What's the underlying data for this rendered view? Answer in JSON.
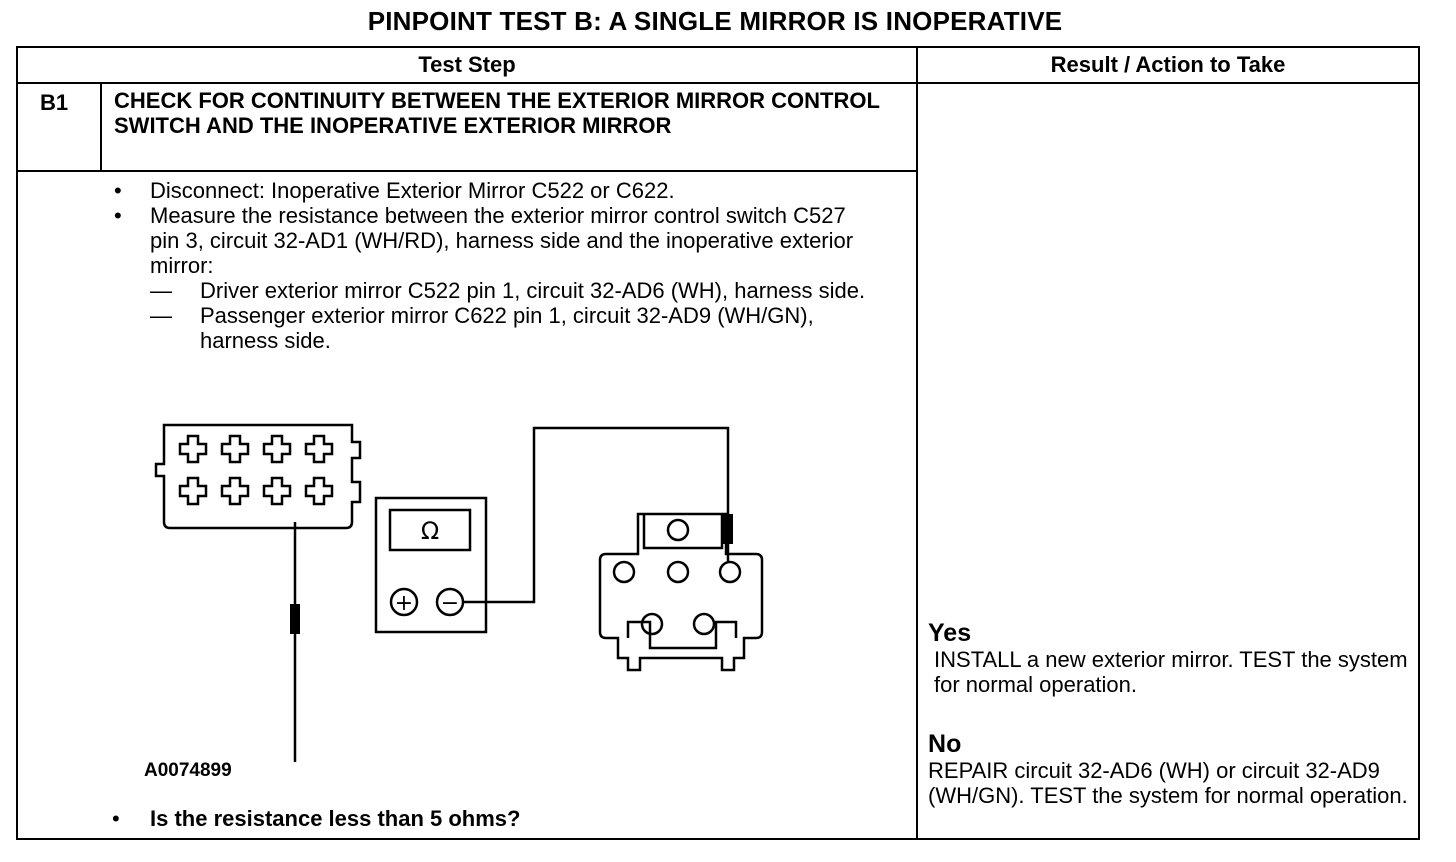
{
  "title": "PINPOINT TEST B: A SINGLE MIRROR IS INOPERATIVE",
  "table": {
    "col_step": "Test Step",
    "col_result": "Result / Action to Take"
  },
  "step": {
    "id": "B1",
    "heading": "CHECK FOR CONTINUITY BETWEEN THE EXTERIOR MIRROR CONTROL SWITCH AND THE INOPERATIVE EXTERIOR MIRROR",
    "bullet_mark": "•",
    "dash_mark": "—",
    "bullets": [
      "Disconnect: Inoperative Exterior Mirror C522 or C622.",
      "Measure the resistance between the exterior mirror control switch C527 pin 3, circuit 32-AD1 (WH/RD), harness side and the inoperative exterior mirror:"
    ],
    "sub_bullets": [
      "Driver exterior mirror C522 pin 1, circuit 32-AD6 (WH), harness side.",
      "Passenger exterior mirror C622 pin 1, circuit 32-AD9 (WH/GN), harness side."
    ],
    "figure_id": "A0074899",
    "question": "Is the resistance less than 5 ohms?"
  },
  "diagram": {
    "meter_symbol": "Ω",
    "plus_symbol": "+",
    "minus_symbol": "−"
  },
  "result": {
    "yes_label": "Yes",
    "yes_text": "INSTALL a new exterior mirror. TEST the system for normal operation.",
    "no_label": "No",
    "no_text": "REPAIR circuit 32-AD6 (WH) or circuit 32-AD9 (WH/GN). TEST the system for normal operation."
  }
}
